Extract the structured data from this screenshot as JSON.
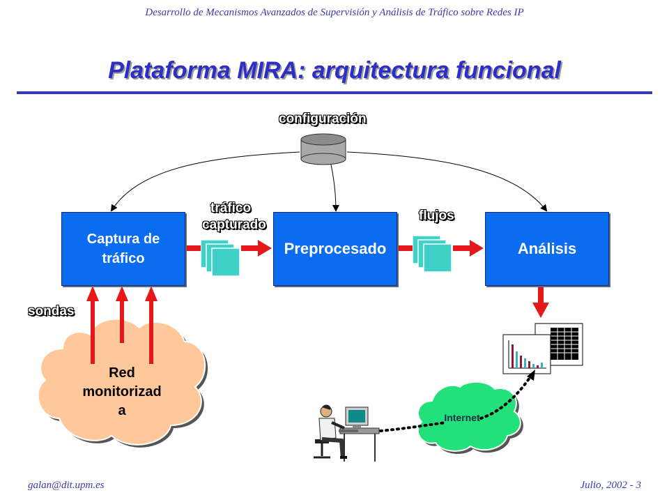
{
  "header": {
    "text": "Desarrollo de Mecanismos Avanzados de Supervisión y Análisis de Tráfico sobre Redes IP"
  },
  "title": "Plataforma MIRA: arquitectura funcional",
  "labels": {
    "configuracion": "configuración",
    "trafico": "tráfico",
    "capturado": "capturado",
    "flujos": "flujos",
    "sondas": "sondas"
  },
  "boxes": {
    "capture_line1": "Captura de",
    "capture_line2": "tráfico",
    "preprocessing": "Preprocesado",
    "analysis": "Análisis"
  },
  "clouds": {
    "network_line1": "Red",
    "network_line2": "monitorizad",
    "network_line3": "a",
    "internet": "Internet"
  },
  "footer": {
    "left": "galan@dit.upm.es",
    "right": "Julio, 2002 - 3"
  },
  "colors": {
    "title": "#2d2dc8",
    "box": "#0a6cf0",
    "arrow": "#e41818",
    "cloud_red": "#ffc89a",
    "cloud_internet": "#22e07a",
    "doc": "#3fd0c8"
  }
}
